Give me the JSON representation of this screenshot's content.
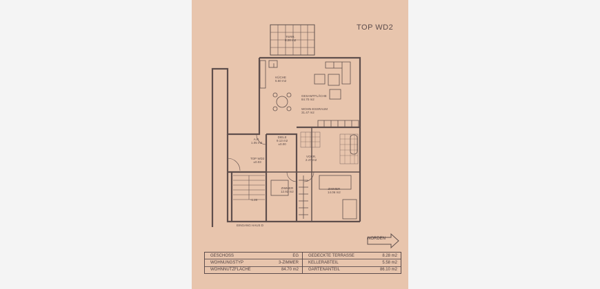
{
  "header": {
    "title": "TOP WD2"
  },
  "rooms": {
    "terrace": {
      "name": "TERR.",
      "area": "8.28 m2"
    },
    "kitchen": {
      "name": "KÜCHE",
      "area": "5.50 m2"
    },
    "total": {
      "name": "GESAMTFLÄCHE",
      "area": "84.70 m2"
    },
    "living": {
      "name": "WOHN-ESSRAUM",
      "area": "31.47 m2"
    },
    "storage": {
      "name": "A.R.",
      "area": "1.05 m2"
    },
    "hall": {
      "name": "DIELE",
      "area": "9.13 m2",
      "level": "±0.00"
    },
    "entry": {
      "name": "VORR.",
      "area": "2.47 m2"
    },
    "stair": {
      "name": "TOP WD2",
      "level": "±0.03"
    },
    "room1": {
      "name": "ZIMMER",
      "area": "12.92 m2"
    },
    "room2": {
      "name": "ZIMMER",
      "area": "14.06 m2"
    },
    "landing": {
      "level": "-1.20"
    },
    "entrance": {
      "name": "EINGANG HAUS D"
    }
  },
  "north_label": "NORDEN",
  "info_table": {
    "left": [
      {
        "label": "GESCHOSS",
        "value": "EG"
      },
      {
        "label": "WOHNUNGSTYP",
        "value": "3-ZIMMER"
      },
      {
        "label": "WOHNNUTZFLÄCHE",
        "value": "84.70 m2"
      }
    ],
    "right": [
      {
        "label": "GEDECKTE TERRASSE",
        "value": "8.28 m2"
      },
      {
        "label": "KELLERABTEIL",
        "value": "5.58 m2"
      },
      {
        "label": "GARTENANTEIL",
        "value": "86.10 m2"
      }
    ]
  }
}
